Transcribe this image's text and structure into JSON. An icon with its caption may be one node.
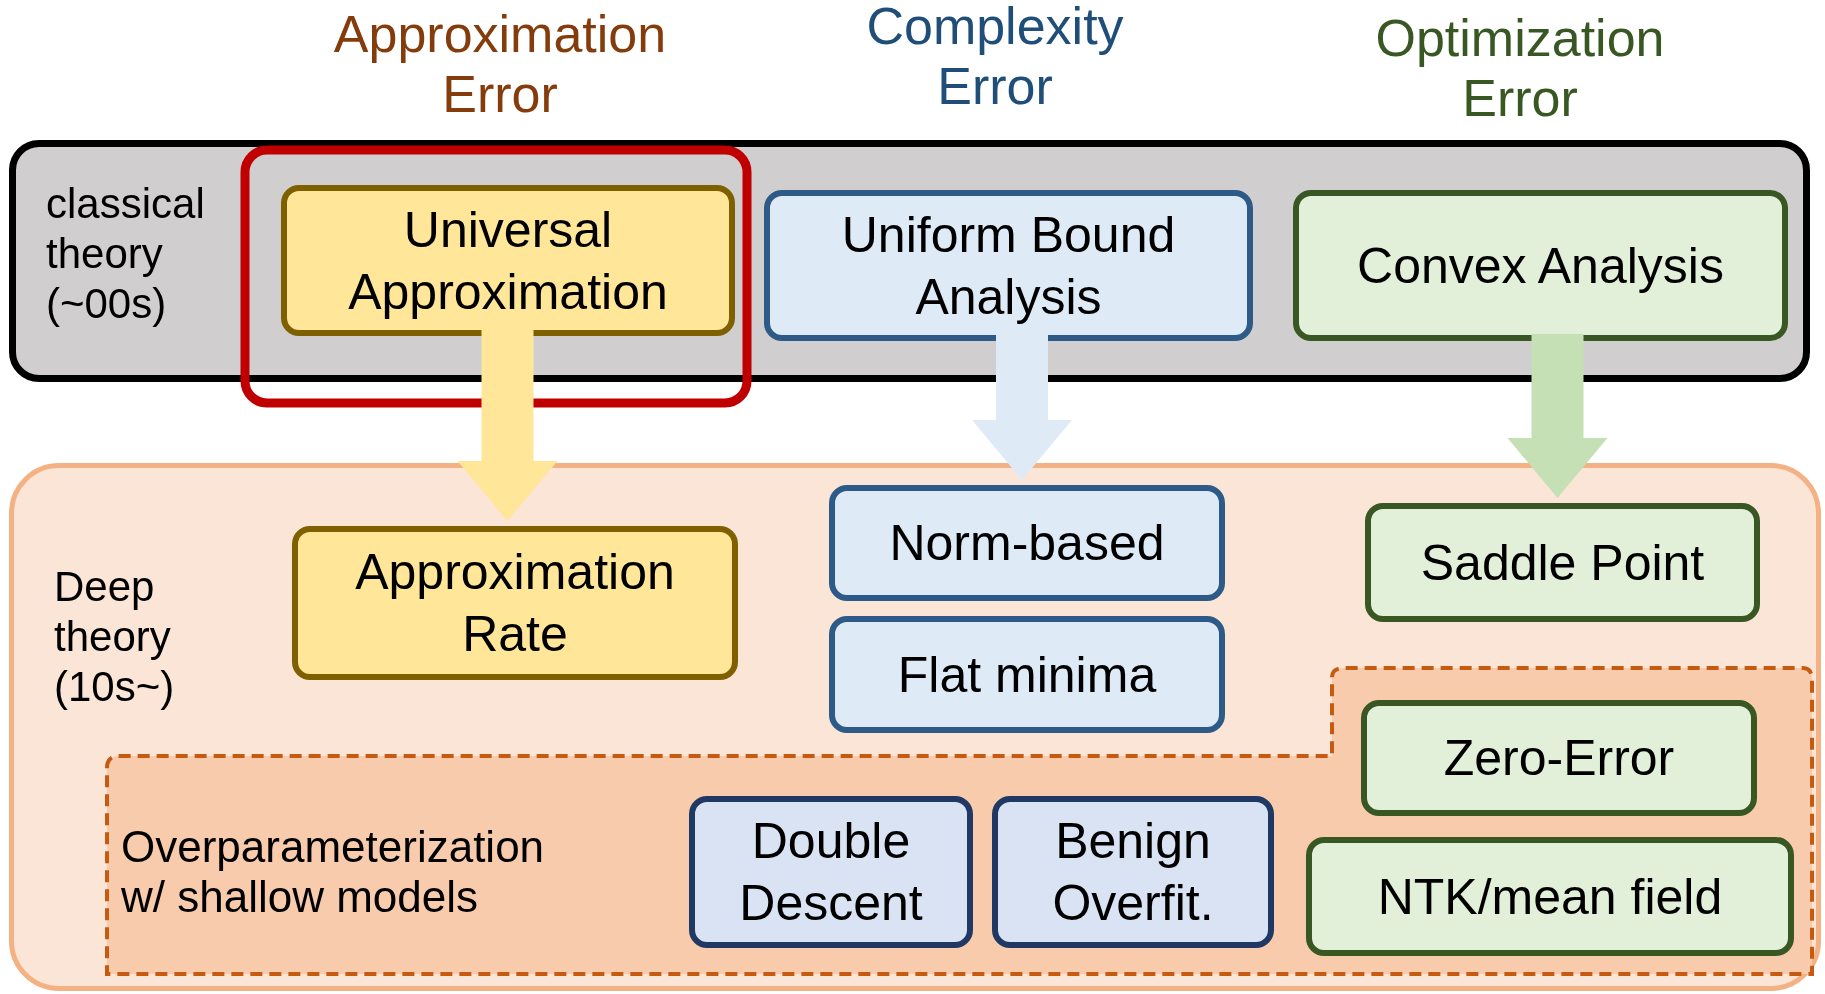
{
  "diagram": {
    "nodes": [
      {
        "text": [
          "classical theory (~00s)"
        ]
      },
      {
        "text": [
          "Universal Approximation"
        ],
        "in": 0
      },
      {
        "text": [
          "Uniform Bound Analysis"
        ],
        "in": 0
      },
      {
        "text": [
          "Convex Analysis"
        ],
        "in": 0
      },
      {
        "text": [
          "Deep theory (10s~)"
        ]
      },
      {
        "text": [
          "Approximation Rate"
        ],
        "in": 4
      },
      {
        "text": [
          "Norm-based"
        ],
        "in": 4
      },
      {
        "text": [
          "Flat minima"
        ],
        "in": 4
      },
      {
        "text": [
          "Saddle Point"
        ],
        "in": 4
      },
      {
        "text": [
          "Overparameterization w/ shallow models"
        ],
        "in": 4
      },
      {
        "text": [
          "Double Descent"
        ],
        "in": 9
      },
      {
        "text": [
          "Benign Overfit."
        ],
        "in": 9
      },
      {
        "text": [
          "Zero-Error"
        ],
        "in": 9
      },
      {
        "text": [
          "NTK/mean field"
        ],
        "in": 9
      }
    ],
    "edges": [
      {
        "from": 1,
        "to": 5,
        "arrow": "to",
        "color": "#ffe699"
      },
      {
        "from": 2,
        "to": 6,
        "arrow": "to",
        "color": "#deebf7"
      },
      {
        "from": 3,
        "to": 8,
        "arrow": "to",
        "color": "#c5e0b4"
      }
    ],
    "labels": [
      "Approximation Error",
      "Complexity Error",
      "Optimization Error"
    ]
  }
}
